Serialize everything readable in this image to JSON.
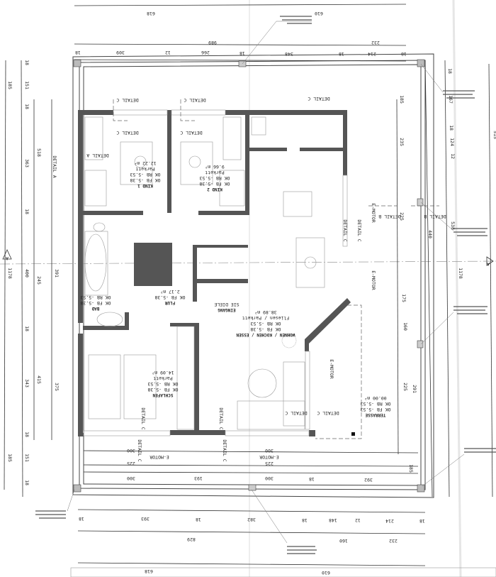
{
  "drawing": {
    "type": "floor plan (rotated 180°)"
  },
  "dims": {
    "top_total": [
      "618",
      "610"
    ],
    "top_mid": [
      "989",
      "232"
    ],
    "top_row": [
      "18",
      "309",
      "12",
      "266",
      "18",
      "348",
      "18",
      "214",
      "18"
    ],
    "bottom_row": [
      "18",
      "393",
      "18",
      "382",
      "18",
      "148",
      "12",
      "214",
      "18"
    ],
    "bottom_mid": [
      "829",
      "160",
      "232"
    ],
    "bottom_total": [
      "618",
      "610"
    ],
    "inner_bottom_1": [
      "300",
      "193",
      "300",
      "18",
      "392"
    ],
    "inner_bottom_2": [
      "225",
      "225"
    ],
    "inner_bottom_3": [
      "300",
      "300"
    ],
    "left_outer": [
      "185",
      "1178",
      "185"
    ],
    "left_row": [
      "18",
      "151",
      "18",
      "363",
      "18",
      "400",
      "18",
      "343",
      "18",
      "151",
      "18"
    ],
    "left_mid": [
      "518",
      "245",
      "415"
    ],
    "left_inner": [
      "391",
      "375"
    ],
    "right_row": [
      "18",
      "167",
      "18",
      "124",
      "12",
      "538",
      "1178",
      "515"
    ],
    "right_inner": [
      "185",
      "235",
      "440",
      "225",
      "175",
      "160",
      "225",
      "291",
      "185"
    ]
  },
  "rooms": {
    "kind1": {
      "name": "KIND 1",
      "ok1": "OK FB -5.38",
      "ok2": "OK RB -5.53",
      "floor": "Parkett",
      "area": "12.22 m²"
    },
    "kind2": {
      "name": "KIND 2",
      "ok1": "OK FB -5.38",
      "ok2": "OK RB -5.53",
      "floor": "Parkett",
      "area": "9.66 m²"
    },
    "schlafen": {
      "name": "SCHLAFEN",
      "ok1": "OK FB -5.38",
      "ok2": "OK RB -5.53",
      "floor": "Parkett",
      "area": "14.09 m²"
    },
    "wohnen": {
      "name": "WOHNEN / KOCHEN / ESSEN",
      "ok1": "OK FB -5.38",
      "ok2": "OK RB -5.53",
      "floor": "Fliesen / Parkett",
      "area": "38.89 m²"
    },
    "eingang": {
      "name": "EINGANG",
      "sub": "SIE DIELE"
    },
    "flur": {
      "name": "FLUR",
      "ok1": "OK FB -5.38",
      "area": "2.17 m²"
    },
    "bad": {
      "name": "BAD",
      "ok1": "OK FB -5.38",
      "ok2": "OK RB -5.53"
    },
    "terrasse": {
      "name": "TERRASSE",
      "ok1": "OK FB -5.53",
      "ok2": "OK RB -5.53",
      "area": "00.00 m²"
    }
  },
  "labels": {
    "detail_a": "DETAIL A",
    "detail_b": "DETAIL B",
    "detail_c": "DETAIL C",
    "e_motor": "E-MOTOR",
    "section_mark": "A"
  }
}
